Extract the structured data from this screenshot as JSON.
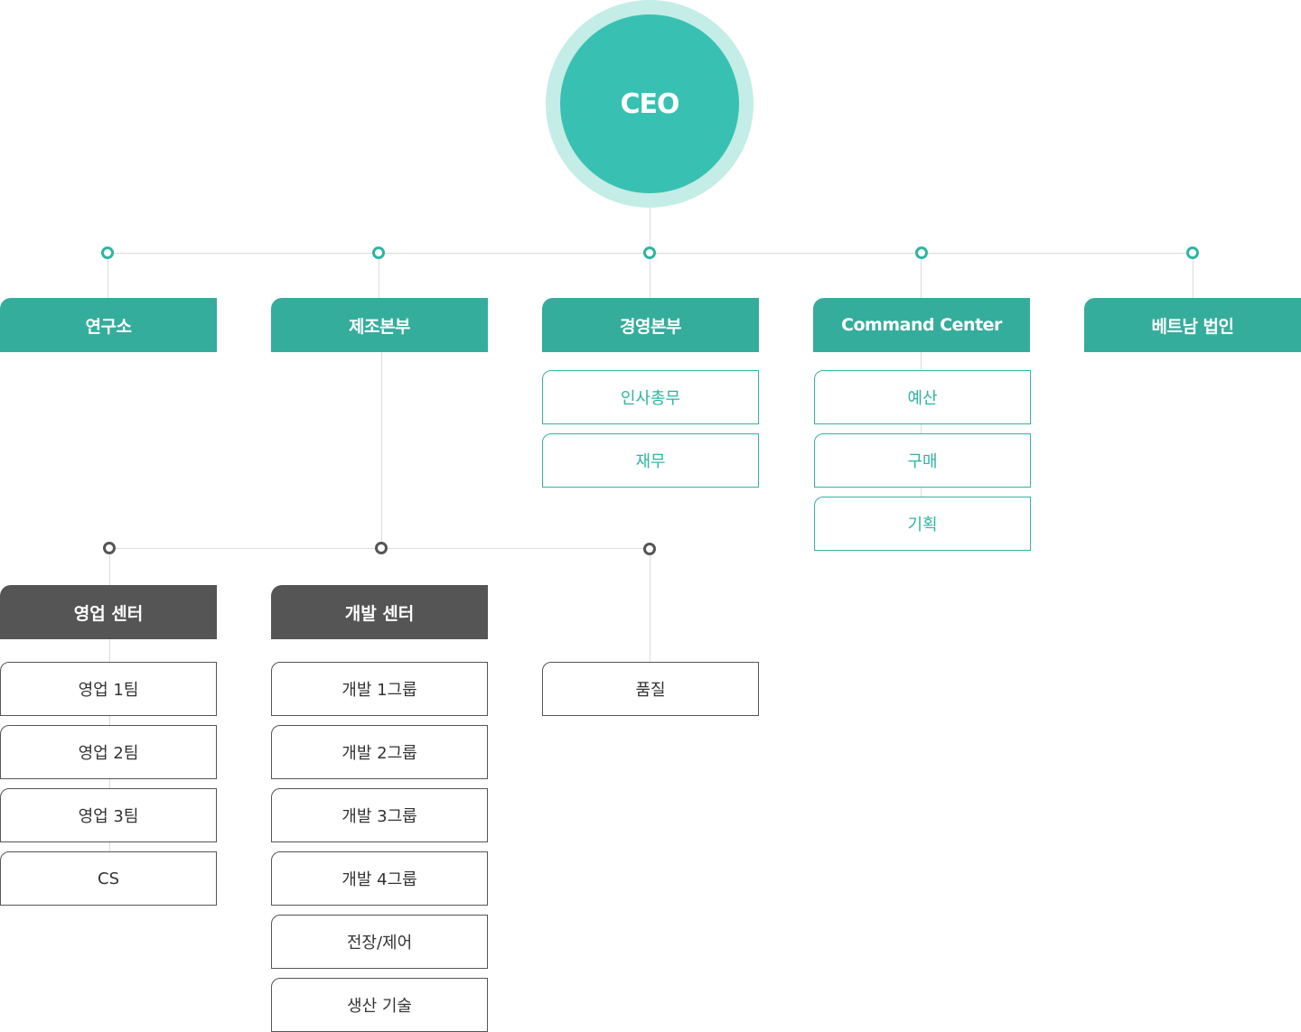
{
  "ceo": {
    "label": "CEO"
  },
  "divisions": [
    {
      "label": "연구소",
      "children": []
    },
    {
      "label": "제조본부",
      "children": []
    },
    {
      "label": "경영본부",
      "children": [
        "인사총무",
        "재무"
      ]
    },
    {
      "label": "Command Center",
      "children": [
        "예산",
        "구매",
        "기획"
      ]
    },
    {
      "label": "베트남 법인",
      "children": []
    }
  ],
  "manufacturing": {
    "centers": [
      {
        "label": "영업 센터",
        "children": [
          "영업 1팀",
          "영업 2팀",
          "영업 3팀",
          "CS"
        ]
      },
      {
        "label": "개발 센터",
        "children": [
          "개발 1그룹",
          "개발 2그룹",
          "개발 3그룹",
          "개발 4그룹",
          "전장/제어",
          "생산 기술"
        ]
      }
    ],
    "standalone": [
      "품질"
    ]
  },
  "colors": {
    "teal": "#35ad9c",
    "teal_light": "#c3ede6",
    "ceo": "#38c1b2",
    "dark": "#555555",
    "line": "#dcdcdc"
  }
}
